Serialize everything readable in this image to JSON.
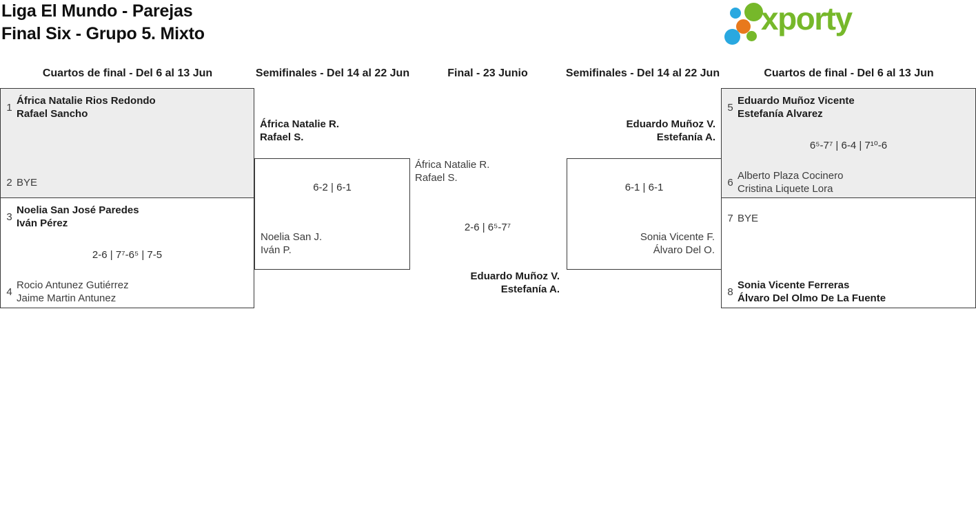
{
  "header": {
    "title_line1": "Liga El Mundo - Parejas",
    "title_line2": "Final Six - Grupo 5. Mixto",
    "logo_text": "xporty"
  },
  "rounds": {
    "qf_left": "Cuartos de final - Del 6 al 13 Jun",
    "sf_left": "Semifinales - Del 14 al 22 Jun",
    "final": "Final - 23 Junio",
    "sf_right": "Semifinales - Del 14 al 22 Jun",
    "qf_right": "Cuartos de final - Del 6 al 13 Jun"
  },
  "matches": {
    "qf1": {
      "seed_top": "1",
      "team_top": [
        "África Natalie Rios Redondo",
        "Rafael Sancho"
      ],
      "seed_bottom": "2",
      "team_bottom": [
        "BYE"
      ]
    },
    "qf2": {
      "seed_top": "3",
      "team_top": [
        "Noelia San José Paredes",
        "Iván Pérez"
      ],
      "score": "2-6 | 7⁷-6⁵ | 7-5",
      "seed_bottom": "4",
      "team_bottom": [
        "Rocio Antunez Gutiérrez",
        "Jaime Martin Antunez"
      ]
    },
    "sf1": {
      "winner": [
        "África Natalie R.",
        "Rafael S."
      ],
      "score": "6-2 | 6-1",
      "loser": [
        "Noelia San J.",
        "Iván P."
      ]
    },
    "final": {
      "finalist_left": [
        "África Natalie R.",
        "Rafael S."
      ],
      "score": "2-6 | 6⁵-7⁷",
      "finalist_right": [
        "Eduardo Muñoz V.",
        "Estefanía A."
      ]
    },
    "sf2": {
      "winner": [
        "Eduardo Muñoz V.",
        "Estefanía A."
      ],
      "score": "6-1 | 6-1",
      "loser": [
        "Sonia Vicente F.",
        "Álvaro Del O."
      ]
    },
    "qf3": {
      "seed_top": "5",
      "team_top": [
        "Eduardo Muñoz Vicente",
        "Estefanía Alvarez"
      ],
      "score": "6⁵-7⁷ | 6-4 | 7¹⁰-6",
      "seed_bottom": "6",
      "team_bottom": [
        "Alberto Plaza Cocinero",
        "Cristina Liquete Lora"
      ]
    },
    "qf4": {
      "seed_top": "7",
      "team_top": [
        "BYE"
      ],
      "seed_bottom": "8",
      "team_bottom": [
        "Sonia Vicente Ferreras",
        "Álvaro Del Olmo De La Fuente"
      ]
    }
  },
  "colors": {
    "logo_green": "#76b82a",
    "logo_blue": "#29a8e0",
    "logo_orange": "#e8791d",
    "box_fill": "#ededed",
    "box_border": "#3a3a3a"
  }
}
